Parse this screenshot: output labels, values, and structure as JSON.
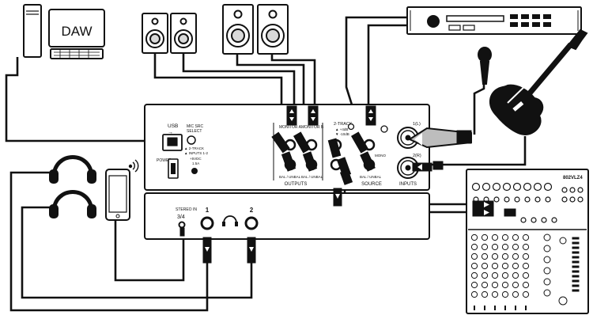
{
  "computer": {
    "screen_label": "DAW"
  },
  "interface": {
    "usb_label": "USB",
    "usb_sub": "→",
    "mic_src_label": "MIC SRC",
    "select_label": "SELECT",
    "select_opt1": "▲ 2-TRACK",
    "select_opt2": "▲ INPUTS 1-2",
    "power_label": "POWER",
    "dc_label": "+5VDC",
    "dc_sub": "1.5A",
    "monitor_a_label": "MONITOR A",
    "monitor_b_label": "MONITOR B",
    "bal_unbal_a": "BAL / UNBAL",
    "bal_unbal_b": "BAL / UNBAL",
    "outputs_label": "OUTPUTS",
    "two_track_label": "2-TRACK",
    "two_track_sub1": "▲ +4dB",
    "two_track_sub2": "▼ -10dB",
    "mono_label": "MONO",
    "bal_unbal_src": "BAL / UNBAL",
    "source_label": "SOURCE",
    "input1_label": "1(L)",
    "input2_label": "2(R)",
    "inputs_label": "INPUTS",
    "stereo_in_label": "STEREO IN",
    "stereo_in_num": "3/4",
    "phones1_num": "1",
    "phones2_num": "2"
  },
  "mixer": {
    "brand_label": "802VLZ4"
  },
  "colors": {
    "stroke": "#111111",
    "background": "#ffffff",
    "device_fill": "#ffffff",
    "speaker_cone": "#d9d9d9"
  }
}
